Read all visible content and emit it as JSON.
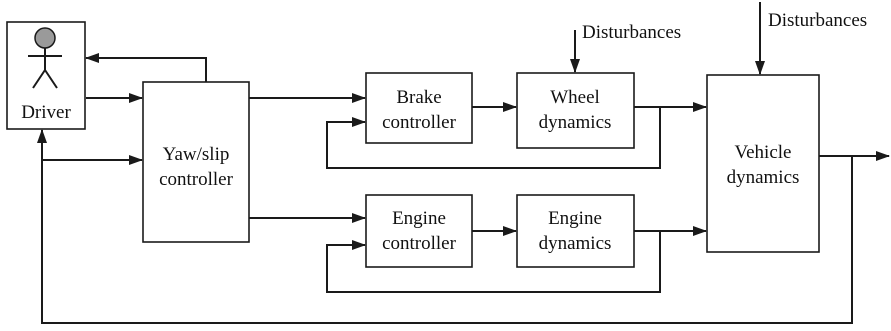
{
  "blocks": {
    "driver": "Driver",
    "yaw_slip": [
      "Yaw/slip",
      "controller"
    ],
    "brake_controller": [
      "Brake",
      "controller"
    ],
    "wheel_dynamics": [
      "Wheel",
      "dynamics"
    ],
    "engine_controller": [
      "Engine",
      "controller"
    ],
    "engine_dynamics": [
      "Engine",
      "dynamics"
    ],
    "vehicle_dynamics": [
      "Vehicle",
      "dynamics"
    ]
  },
  "disturbances": [
    "Disturbances",
    "Disturbances"
  ]
}
